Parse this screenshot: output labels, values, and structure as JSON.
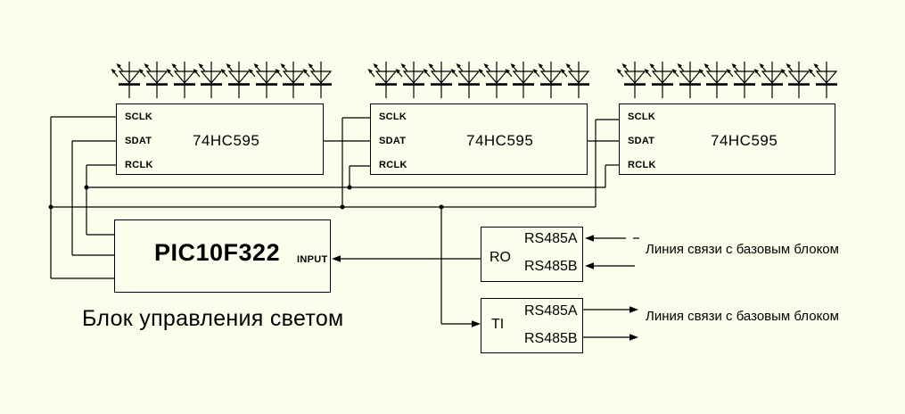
{
  "colors": {
    "background": "#FDFDEC",
    "line": "#000000"
  },
  "title": "Блок управления светом",
  "shift_registers": [
    {
      "name": "74HC595",
      "pins": {
        "sclk": "SCLK",
        "sdat": "SDAT",
        "rclk": "RCLK"
      },
      "led_count": 8
    },
    {
      "name": "74HC595",
      "pins": {
        "sclk": "SCLK",
        "sdat": "SDAT",
        "rclk": "RCLK"
      },
      "led_count": 8
    },
    {
      "name": "74HC595",
      "pins": {
        "sclk": "SCLK",
        "sdat": "SDAT",
        "rclk": "RCLK"
      },
      "led_count": 8
    }
  ],
  "mcu": {
    "name": "PIC10F322",
    "input_label": "INPUT"
  },
  "rs485_receiver": {
    "pin": "RO",
    "line_a": "RS485A",
    "line_b": "RS485B",
    "link_label": "Линия связи с базовым блоком"
  },
  "rs485_transmitter": {
    "pin": "TI",
    "line_a": "RS485A",
    "line_b": "RS485B",
    "link_label": "Линия связи с базовым блоком"
  }
}
